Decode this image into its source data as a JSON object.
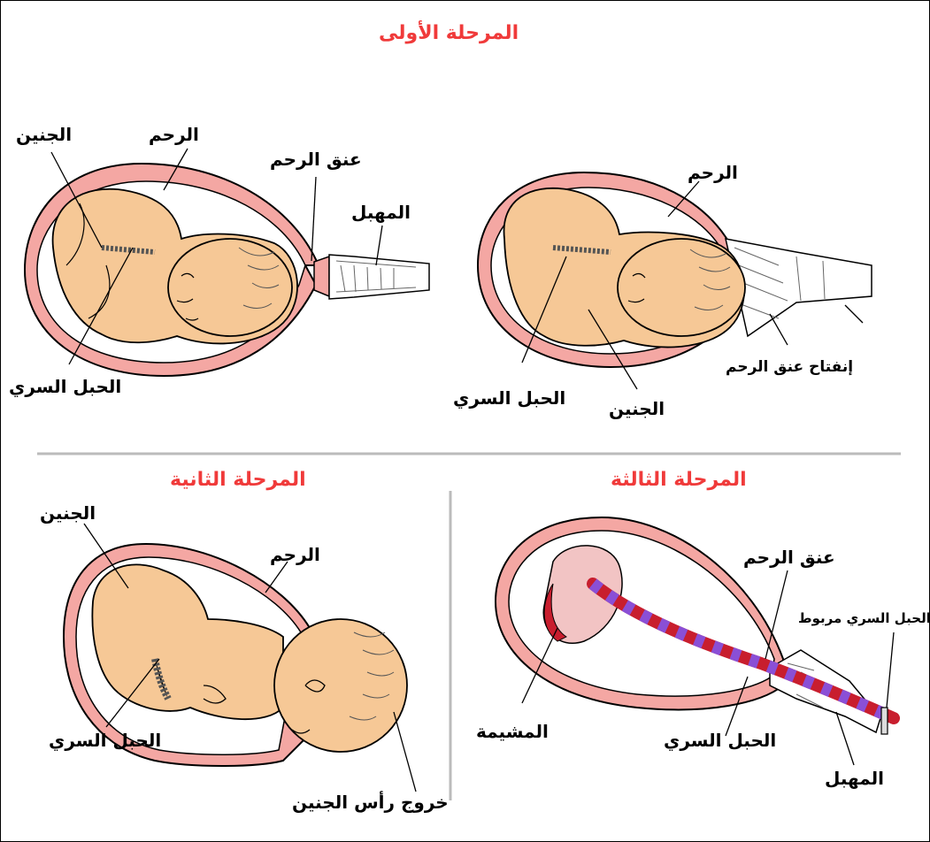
{
  "stages": {
    "first": {
      "title": "المرحلة الأولى",
      "left_labels": {
        "fetus": "الجنين",
        "uterus": "الرحم",
        "cervix": "عنق الرحم",
        "vagina": "المهبل",
        "umbilical_cord": "الحبل السري"
      },
      "right_labels": {
        "uterus": "الرحم",
        "cervix_opening": "إنفتاح عنق الرحم",
        "umbilical_cord": "الحبل السري",
        "fetus": "الجنين"
      }
    },
    "second": {
      "title": "المرحلة الثانية",
      "labels": {
        "fetus": "الجنين",
        "uterus": "الرحم",
        "umbilical_cord": "الحبل السري",
        "head_exit": "خروج رأس الجنين"
      }
    },
    "third": {
      "title": "المرحلة الثالثة",
      "labels": {
        "cervix": "عنق الرحم",
        "tied_cord": "الحبل السري مربوط",
        "placenta": "المشيمة",
        "umbilical_cord": "الحبل السري",
        "vagina": "المهبل"
      }
    }
  },
  "colors": {
    "title": "#f03a3a",
    "uterus_wall": "#f4a7a3",
    "skin": "#f6c896",
    "placenta": "#f2c4c4",
    "cord_red": "#c81e2e",
    "cord_purple": "#8a4fd6",
    "separator": "#bbbbbb"
  }
}
